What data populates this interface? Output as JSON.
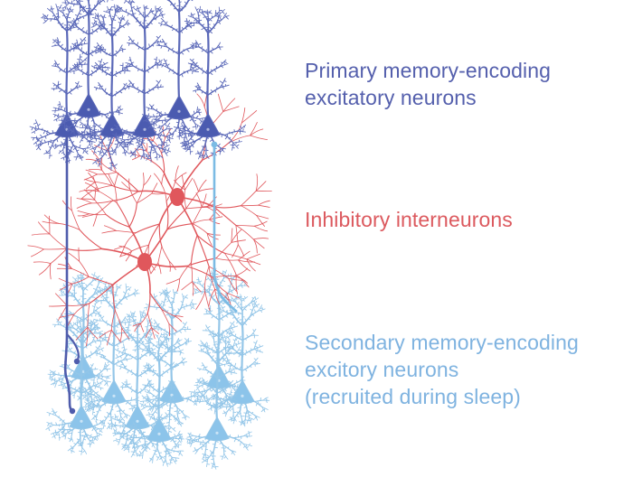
{
  "labels": {
    "primary": {
      "lines": [
        "Primary memory-encoding",
        "excitatory neurons"
      ],
      "color": "#5560ad"
    },
    "inhibitory": {
      "lines": [
        "Inhibitory interneurons"
      ],
      "color": "#dc5a5f"
    },
    "secondary": {
      "lines": [
        "Secondary memory-encoding",
        "excitory neurons",
        "(recruited during sleep)"
      ],
      "color": "#7fb3e0"
    }
  },
  "colors": {
    "primary_body": "#4b5bb0",
    "primary_dendrite": "#5a68b8",
    "inhibitory": "#e0575c",
    "secondary_body": "#8cc4ea",
    "secondary_dendrite": "#94c6e8",
    "axon_primary": "#4f5cac",
    "axon_secondary": "#7bbbe4"
  }
}
